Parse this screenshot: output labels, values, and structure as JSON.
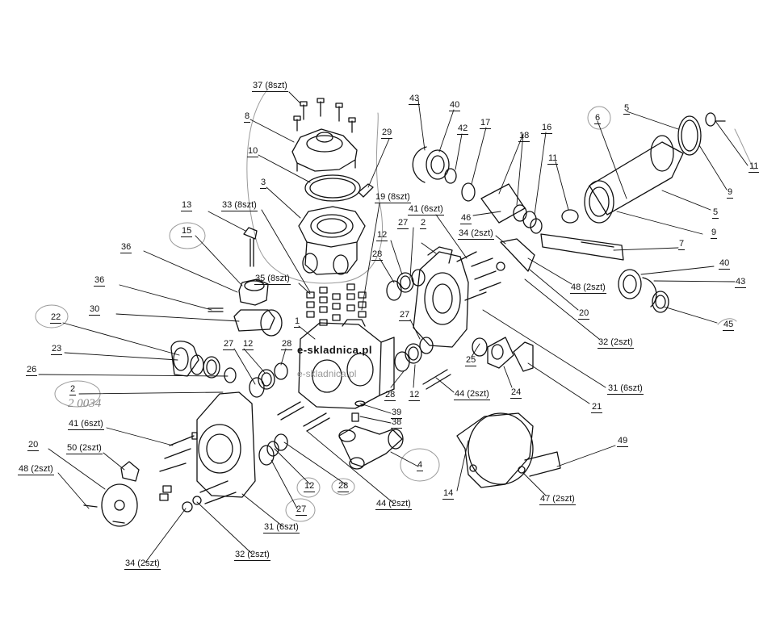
{
  "watermark": "e-skladnica.pl",
  "watermark_faint": "e-skladnica.pl",
  "labels": {
    "l37": "37 (8szt)",
    "l8": "8",
    "l10": "10",
    "l29": "29",
    "l3": "3",
    "l33": "33 (8szt)",
    "l13": "13",
    "l15": "15",
    "l36a": "36",
    "l36b": "36",
    "l35": "35 (8szt)",
    "l30": "30",
    "l22": "22",
    "l1": "1",
    "l23": "23",
    "l26": "26",
    "l27a": "27",
    "l12a": "12",
    "l28a": "28",
    "l2a": "2",
    "l41a": "41 (6szt)",
    "l50": "50 (2szt)",
    "l20a": "20",
    "l48a": "48 (2szt)",
    "l34a": "34 (2szt)",
    "l32a": "32 (2szt)",
    "l31a": "31 (6szt)",
    "l27b": "27",
    "l12b": "12",
    "l28b": "28",
    "l44a": "44 (2szt)",
    "l4": "4",
    "l39": "39",
    "l38": "38",
    "l19": "19 (8szt)",
    "l41b": "41 (6szt)",
    "l27c": "27",
    "l2b": "2",
    "l12c": "12",
    "l28c": "28",
    "l27d": "27",
    "l28d": "28",
    "l12d": "12",
    "l44b": "44 (2szt)",
    "l43a": "43",
    "l40a": "40",
    "l42": "42",
    "l17": "17",
    "l18": "18",
    "l16": "16",
    "l46": "46",
    "l34b": "34 (2szt)",
    "l11a": "11",
    "l6": "6",
    "l5a": "5",
    "l11b": "11",
    "l9a": "9",
    "l5b": "5",
    "l9b": "9",
    "l7": "7",
    "l48b": "48 (2szt)",
    "l20b": "20",
    "l32b": "32 (2szt)",
    "l40b": "40",
    "l43b": "43",
    "l45": "45",
    "l31b": "31 (6szt)",
    "l25": "25",
    "l24": "24",
    "l21": "21",
    "l14": "14",
    "l49": "49",
    "l47": "47 (2szt)"
  },
  "handwritten_note": "2 0034"
}
